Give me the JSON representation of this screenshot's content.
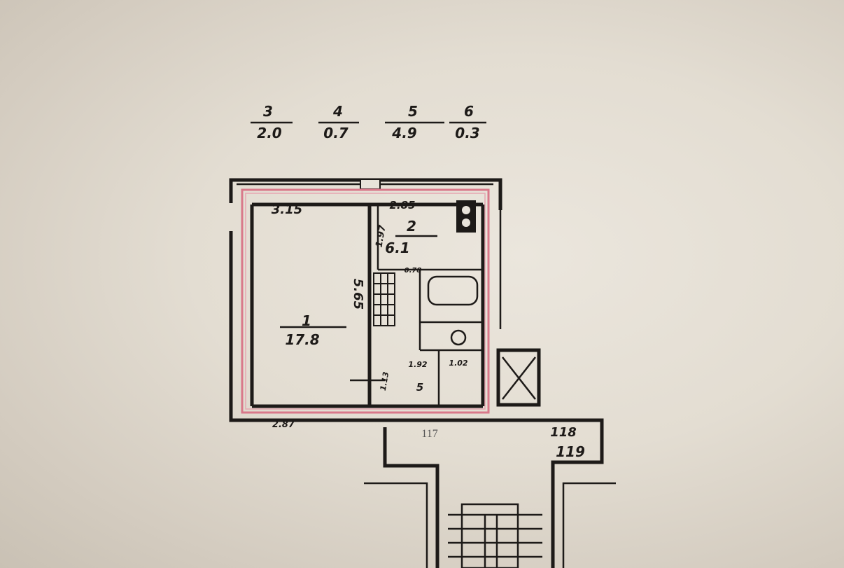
{
  "legend": [
    {
      "room": "3",
      "area": "2.0"
    },
    {
      "room": "4",
      "area": "0.7"
    },
    {
      "room": "5",
      "area": "4.9"
    },
    {
      "room": "6",
      "area": "0.3"
    }
  ],
  "rooms": [
    {
      "number": "1",
      "area": "17.8"
    },
    {
      "number": "2",
      "area": "6.1"
    }
  ],
  "dimensions": {
    "room1_width": "3.15",
    "room1_length": "5.65",
    "room1_bottom": "2.87",
    "room2_width": "2.85",
    "room2_side": "1.97",
    "hall_width": "1.92",
    "bath_width": "1.02",
    "corridor_label": "5",
    "small_a": "0.78",
    "small_b": "1.13"
  },
  "unit_numbers": {
    "printed": "117",
    "handwritten_a": "118",
    "handwritten_b": "119"
  },
  "colors": {
    "highlight": "#d9788a",
    "ink": "#1d1a18"
  }
}
